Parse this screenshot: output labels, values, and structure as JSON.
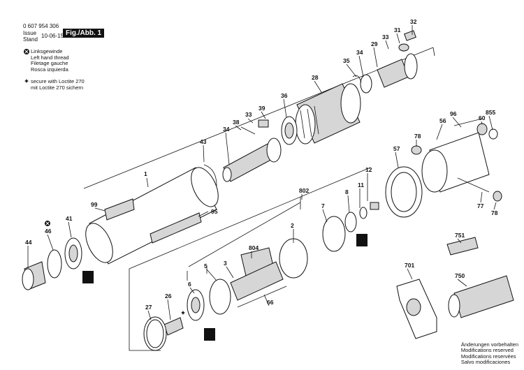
{
  "header": {
    "doc_number": "0 607 954 306",
    "issue_label": "Issue",
    "stand_label": "Stand",
    "date": "10-06-15",
    "figure": "Fig./Abb. 1"
  },
  "legend": {
    "left_thread": [
      "Linksgewinde",
      "Left hand thread",
      "Filetage gauche",
      "Rosca izquierda"
    ],
    "loctite": [
      "secure with Loctite 270",
      "mit Loctite 270 sichern"
    ]
  },
  "footer": [
    "Änderungen vorbehalten",
    "Modifications reserved",
    "Modifications reservées",
    "Salvo modificaciones"
  ],
  "parts": {
    "p1": "1",
    "p2": "2",
    "p3": "3",
    "p5": "5",
    "p6": "6",
    "p7": "7",
    "p8": "8",
    "p11": "11",
    "p12": "12",
    "p26": "26",
    "p27": "27",
    "p28": "28",
    "p29": "29",
    "p31": "31",
    "p32": "32",
    "p33a": "33",
    "p33b": "33",
    "p34a": "34",
    "p34b": "34",
    "p35": "35",
    "p36": "36",
    "p38": "38",
    "p39": "39",
    "p41": "41",
    "p43": "43",
    "p44": "44",
    "p46": "46",
    "p56": "56",
    "p57": "57",
    "p60": "60",
    "p66": "66",
    "p77": "77",
    "p78a": "78",
    "p78b": "78",
    "p95": "95",
    "p96": "96",
    "p99": "99",
    "p701": "701",
    "p750": "750",
    "p751": "751",
    "p802": "802",
    "p804": "804",
    "p855": "855"
  }
}
